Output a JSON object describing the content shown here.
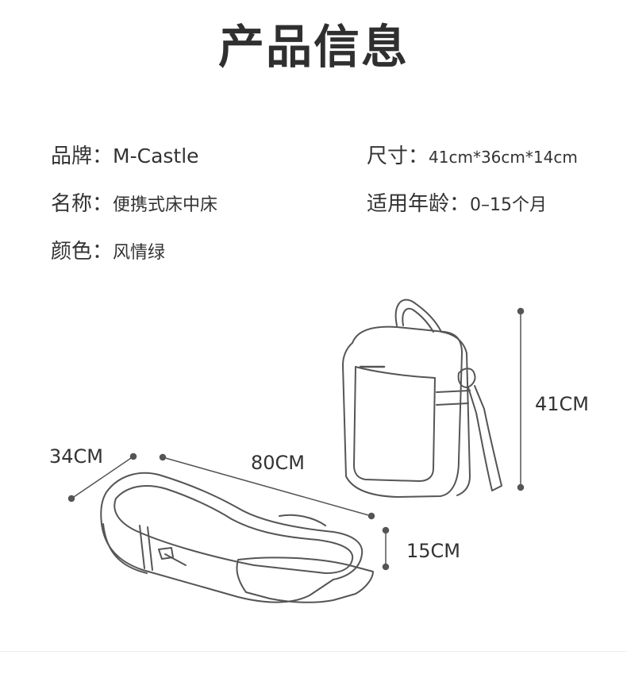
{
  "title": "产品信息",
  "specs": {
    "brand": {
      "label": "品牌：",
      "value": "M-Castle"
    },
    "size": {
      "label": "尺寸：",
      "value": "41cm*36cm*14cm"
    },
    "name": {
      "label": "名称：",
      "value": "便携式床中床"
    },
    "age": {
      "label": "适用年龄：",
      "value": "0–15个月"
    },
    "color": {
      "label": "颜色：",
      "value": "风情绿"
    }
  },
  "dimensions": {
    "bed_width": "34CM",
    "bed_length": "80CM",
    "bed_height": "15CM",
    "bag_height": "41CM"
  }
}
